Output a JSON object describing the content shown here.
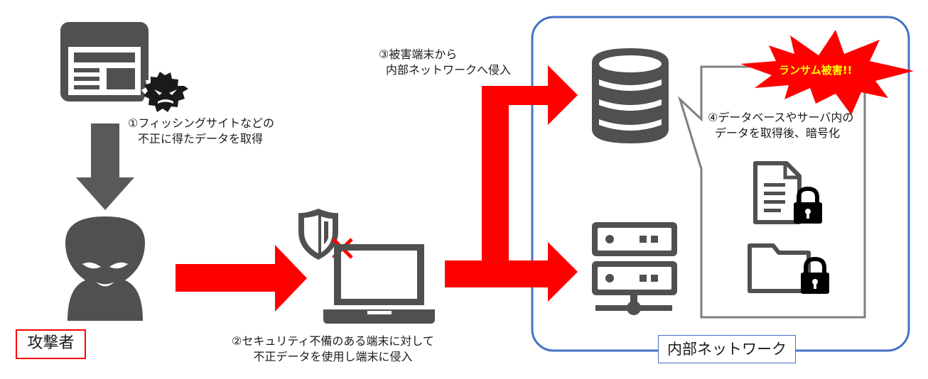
{
  "steps": {
    "step1": [
      "①フィッシングサイトなどの",
      "不正に得たデータを取得"
    ],
    "step2": [
      "②セキュリティ不備のある端末に対して",
      "不正データを使用し端末に侵入"
    ],
    "step3": [
      "③被害端末から",
      "内部ネットワークへ侵入"
    ],
    "step4": [
      "④データベースやサーバ内の",
      "データを取得後、暗号化"
    ]
  },
  "labels": {
    "attacker": "攻撃者",
    "internal_network": "内部ネットワーク",
    "ransom_damage": "ランサム被害!!"
  },
  "colors": {
    "attack_arrow": "#ff0000",
    "icon_gray": "#505050",
    "network_border": "#4472c4",
    "attacker_border": "#ff0000",
    "burst_text": "#ffff00"
  }
}
